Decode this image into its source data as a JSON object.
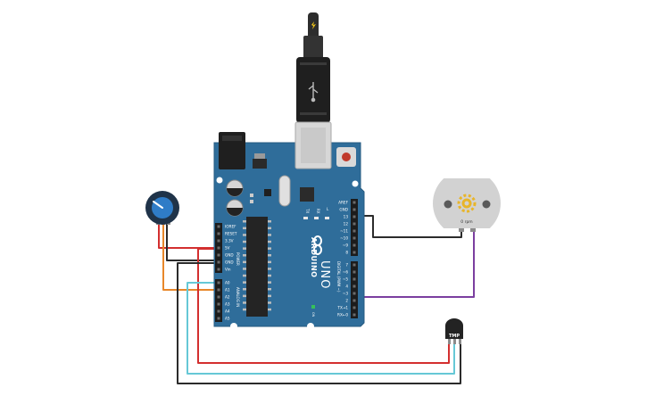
{
  "arduino": {
    "brand": "ARDUINO",
    "model": "UNO",
    "power_header_title": "POWER",
    "analog_header_title": "ANALOG IN",
    "digital_header_title": "DIGITAL (PWM ~)",
    "on_led_label": "ON",
    "tx_label": "TX",
    "rx_label": "RX",
    "l_label": "L",
    "power_pins": [
      "IOREF",
      "RESET",
      "3.3V",
      "5V",
      "GND",
      "GND",
      "Vin"
    ],
    "analog_pins": [
      "A0",
      "A1",
      "A2",
      "A3",
      "A4",
      "A5"
    ],
    "digital_top_pins": [
      "AREF",
      "GND",
      "13",
      "12",
      "~11",
      "~10",
      "~9",
      "8"
    ],
    "digital_bottom_pins": [
      "7",
      "~6",
      "~5",
      "4",
      "~3",
      "2",
      "TX→1",
      "RX←0"
    ]
  },
  "motor": {
    "label": "0 rpm",
    "brand_color": "#e8b52a"
  },
  "temp_sensor": {
    "label": "TMP"
  },
  "wire_colors": {
    "red": "#d32f2f",
    "black": "#2b2b2b",
    "orange": "#e8872a",
    "cyan": "#66c8d6",
    "purple": "#7b3fa0"
  }
}
